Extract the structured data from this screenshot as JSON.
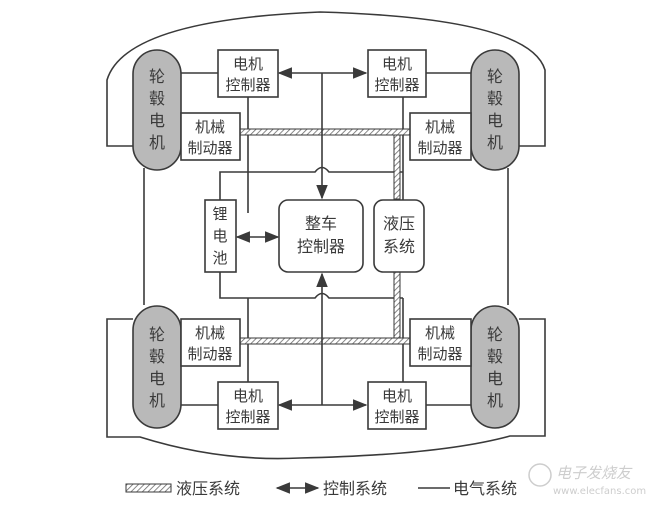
{
  "title": "轮毂电机电动汽车结构示意图",
  "colors": {
    "line": "#3a3a3a",
    "motor_fill": "#b9b9b9",
    "box_fill": "#ffffff",
    "hatch": "#6a6a6a",
    "watermark": "#c8c8c8"
  },
  "nodes": {
    "hub_motor_fl": [
      "轮",
      "毂",
      "电",
      "机"
    ],
    "hub_motor_fr": [
      "轮",
      "毂",
      "电",
      "机"
    ],
    "hub_motor_rl": [
      "轮",
      "毂",
      "电",
      "机"
    ],
    "hub_motor_rr": [
      "轮",
      "毂",
      "电",
      "机"
    ],
    "motor_ctrl_fl": [
      "电机",
      "控制器"
    ],
    "motor_ctrl_fr": [
      "电机",
      "控制器"
    ],
    "motor_ctrl_rl": [
      "电机",
      "控制器"
    ],
    "motor_ctrl_rr": [
      "电机",
      "控制器"
    ],
    "brake_fl": [
      "机械",
      "制动器"
    ],
    "brake_fr": [
      "机械",
      "制动器"
    ],
    "brake_rl": [
      "机械",
      "制动器"
    ],
    "brake_rr": [
      "机械",
      "制动器"
    ],
    "battery": [
      "锂",
      "电",
      "池"
    ],
    "vcu": [
      "整车",
      "控制器"
    ],
    "hydraulic": [
      "液压",
      "系统"
    ]
  },
  "legend": {
    "hydraulic": "液压系统",
    "control": "控制系统",
    "electric": "电气系统"
  },
  "watermark": {
    "brand": "电子发烧友",
    "url": "www.elecfans.com"
  }
}
